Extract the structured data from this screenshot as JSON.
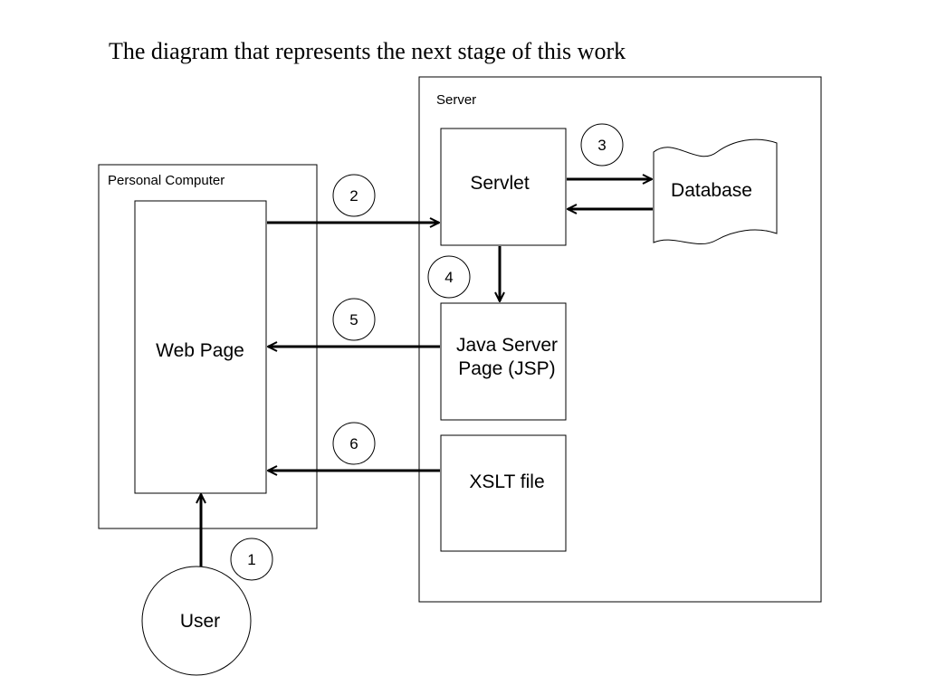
{
  "title": "The diagram that represents the next stage of this work",
  "containers": {
    "personal_computer": "Personal Computer",
    "server": "Server"
  },
  "nodes": {
    "web_page": "Web Page",
    "servlet": "Servlet",
    "database": "Database",
    "jsp_line1": "Java Server",
    "jsp_line2": "Page (JSP)",
    "xslt": "XSLT file",
    "user": "User"
  },
  "steps": [
    "1",
    "2",
    "3",
    "4",
    "5",
    "6"
  ]
}
